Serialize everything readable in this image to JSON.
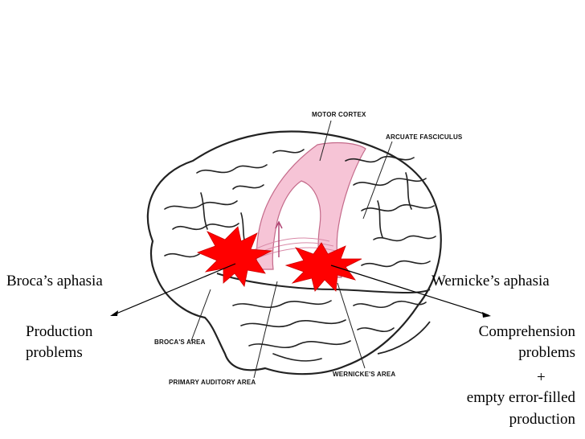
{
  "labels": {
    "motor_cortex": "MOTOR CORTEX",
    "arcuate_fasciculus": "ARCUATE FASCICULUS",
    "brocas_area": "BROCA'S AREA",
    "primary_auditory_area": "PRIMARY AUDITORY AREA",
    "wernickes_area": "WERNICKE'S AREA"
  },
  "left": {
    "title": "Broca’s aphasia",
    "line1": "Production",
    "line2": "problems"
  },
  "right": {
    "title": "Wernicke’s aphasia",
    "line1": "Comprehension",
    "line2": "problems",
    "plus": "+",
    "line3": "empty error-filled",
    "line4": "production"
  },
  "colors": {
    "burst": "#ff0000",
    "motor_cortex_fill": "#f6c4d6",
    "outline": "#222222"
  }
}
